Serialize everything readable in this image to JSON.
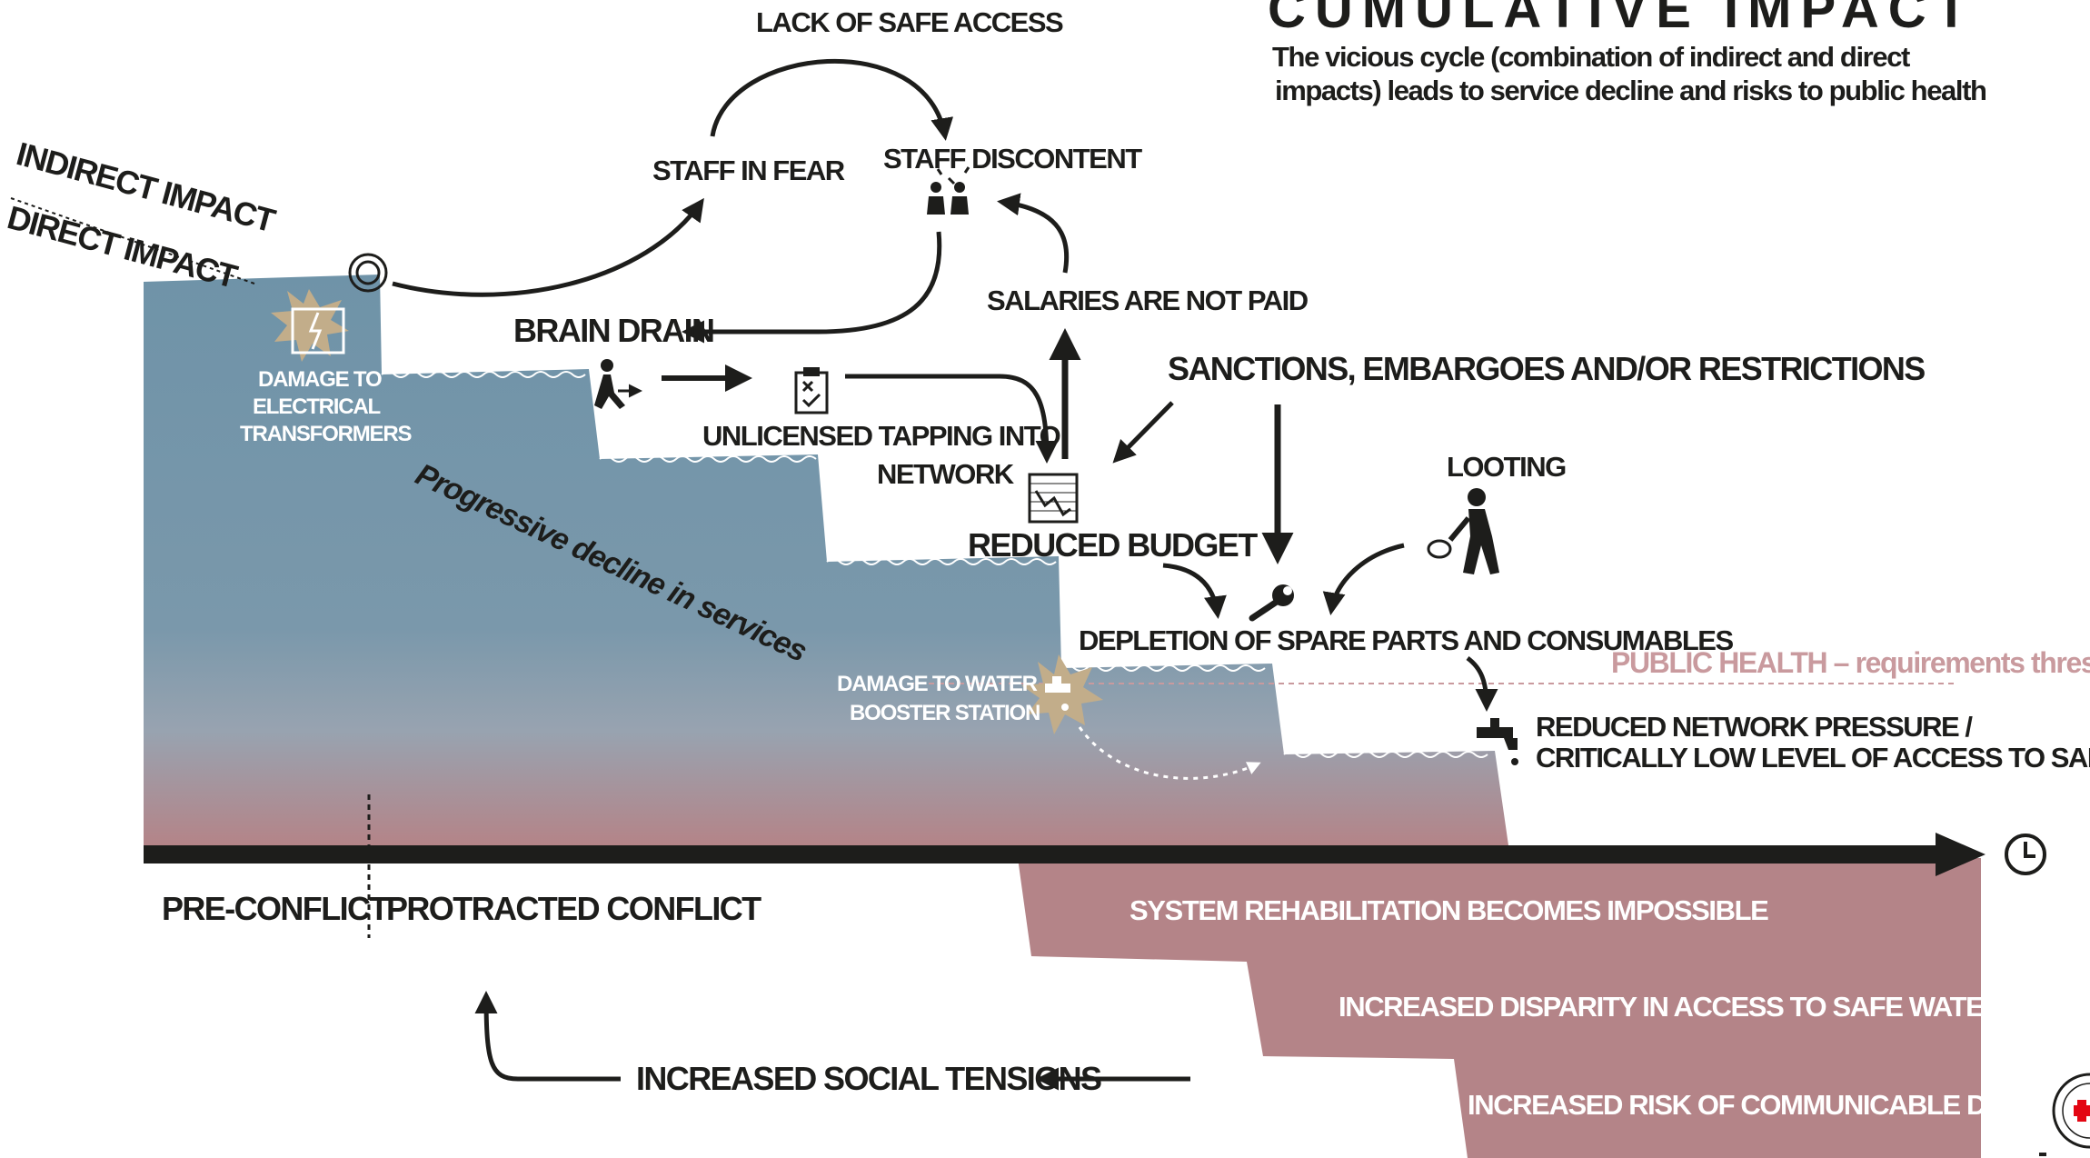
{
  "header": {
    "title": "CUMULATIVE IMPACT",
    "subtitle_line1": "The vicious cycle (combination of indirect and direct",
    "subtitle_line2": "impacts) leads to service decline and risks to public health"
  },
  "impact_labels": {
    "indirect": "INDIRECT IMPACT",
    "direct": "DIRECT IMPACT"
  },
  "nodes": {
    "lack_of_safe_access": "LACK OF SAFE ACCESS",
    "staff_in_fear": "STAFF IN FEAR",
    "staff_discontent": "STAFF DISCONTENT",
    "salaries_not_paid": "SALARIES ARE NOT PAID",
    "brain_drain": "BRAIN DRAIN",
    "unlicensed_line1": "UNLICENSED TAPPING INTO",
    "unlicensed_line2": "NETWORK",
    "reduced_budget": "REDUCED BUDGET",
    "sanctions": "SANCTIONS, EMBARGOES AND/OR RESTRICTIONS",
    "looting": "LOOTING",
    "depletion": "DEPLETION OF SPARE PARTS AND CONSUMABLES",
    "public_health": "PUBLIC HEALTH – requirements threshold",
    "reduced_pressure_line1": "REDUCED NETWORK PRESSURE /",
    "reduced_pressure_line2": "CRITICALLY LOW LEVEL OF ACCESS TO SAFE WATER",
    "damage_elec_line1": "DAMAGE TO",
    "damage_elec_line2": "ELECTRICAL",
    "damage_elec_line3": "TRANSFORMERS",
    "damage_water_line1": "DAMAGE TO WATER",
    "damage_water_line2": "BOOSTER STATION",
    "progressive_decline": "Progressive decline in services"
  },
  "timeline": {
    "pre_conflict": "PRE-CONFLICT",
    "protracted_conflict": "PROTRACTED CONFLICT"
  },
  "consequences": [
    "SYSTEM REHABILITATION BECOMES IMPOSSIBLE",
    "INCREASED DISPARITY IN ACCESS TO SAFE WATER",
    "INCREASED RISK OF COMMUNICABLE DISEASES"
  ],
  "social_tensions": "INCREASED SOCIAL TENSIONS",
  "colors": {
    "water_blue": "#6f93a8",
    "rose": "#b48488",
    "ink": "#1d1d1b",
    "spark": "#c2ad8a",
    "threshold": "#c99a9e"
  }
}
